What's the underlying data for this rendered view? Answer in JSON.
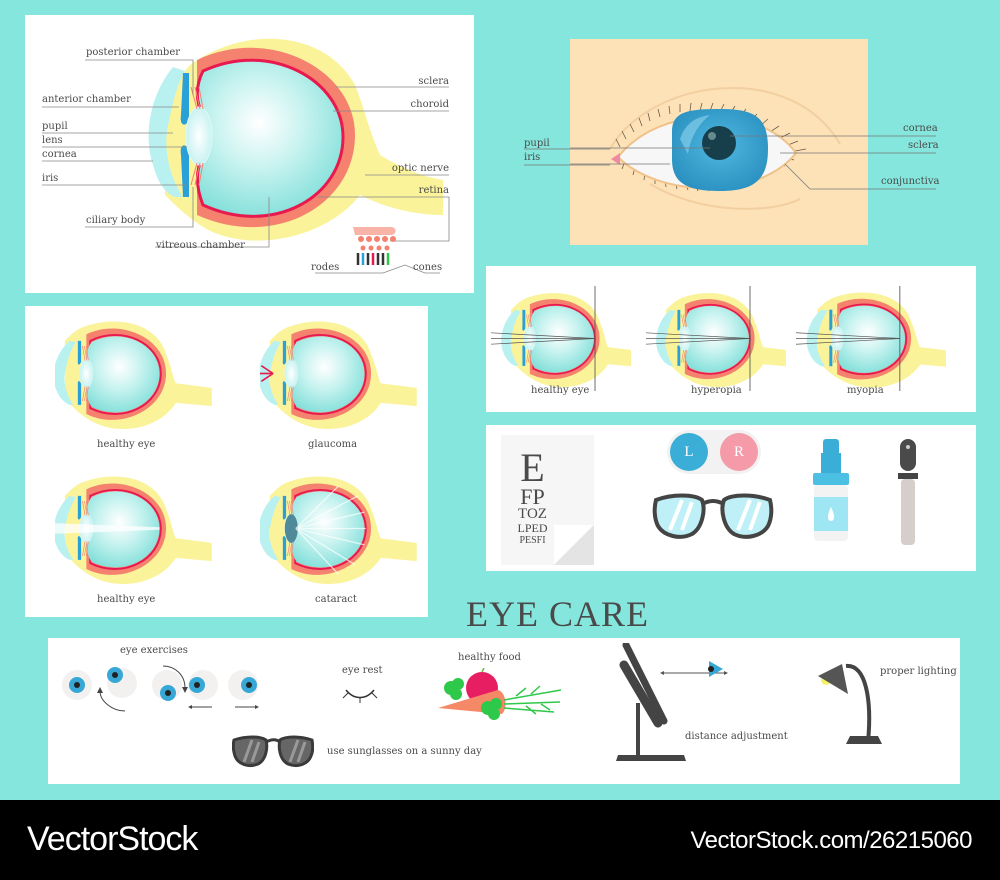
{
  "title": "EYE CARE",
  "colors": {
    "background": "#84E6DC",
    "panel": "#FFFFFF",
    "sclera_yellow": "#FAF39A",
    "choroid": "#F4826F",
    "retina": "#E8194F",
    "vitreous": "#8FE3DE",
    "cornea": "#B9F1F0",
    "iris_blue": "#2AA0D8",
    "skin": "#FDE2B8",
    "dark": "#4A4A4A"
  },
  "anatomy_panel": {
    "labels_left": [
      "posterior chamber",
      "anterior chamber",
      "pupil",
      "lens",
      "cornea",
      "iris",
      "ciliary body",
      "vitreous chamber"
    ],
    "labels_right": [
      "sclera",
      "choroid",
      "optic nerve",
      "retina"
    ],
    "photoreceptors": {
      "left": "rodes",
      "right": "cones"
    }
  },
  "external_eye_panel": {
    "labels_left": [
      "pupil",
      "iris"
    ],
    "labels_right": [
      "cornea",
      "sclera",
      "conjunctiva"
    ]
  },
  "conditions_panel": {
    "items": [
      {
        "caption": "healthy eye"
      },
      {
        "caption": "glaucoma"
      },
      {
        "caption": "healthy eye"
      },
      {
        "caption": "cataract"
      }
    ]
  },
  "refraction_panel": {
    "items": [
      {
        "caption": "healthy eye"
      },
      {
        "caption": "hyperopia"
      },
      {
        "caption": "myopia"
      }
    ]
  },
  "tools_panel": {
    "eye_chart": [
      "E",
      "FP",
      "TOZ",
      "LPED",
      "PESFI"
    ],
    "contact_lens_case": {
      "left": "L",
      "right": "R"
    },
    "items": [
      "eye-chart",
      "contact-lens-case",
      "glasses",
      "eye-drops",
      "ophthalmoscope"
    ]
  },
  "care_panel": {
    "tips": [
      {
        "id": "exercises",
        "label": "eye exercises"
      },
      {
        "id": "rest",
        "label": "eye rest"
      },
      {
        "id": "food",
        "label": "healthy food"
      },
      {
        "id": "distance",
        "label": "distance adjustment"
      },
      {
        "id": "lighting",
        "label": "proper lighting"
      },
      {
        "id": "sunglasses",
        "label": "use sunglasses on a sunny day"
      }
    ]
  },
  "footer": {
    "brand": "VectorStock",
    "url": "VectorStock.com/26215060"
  }
}
